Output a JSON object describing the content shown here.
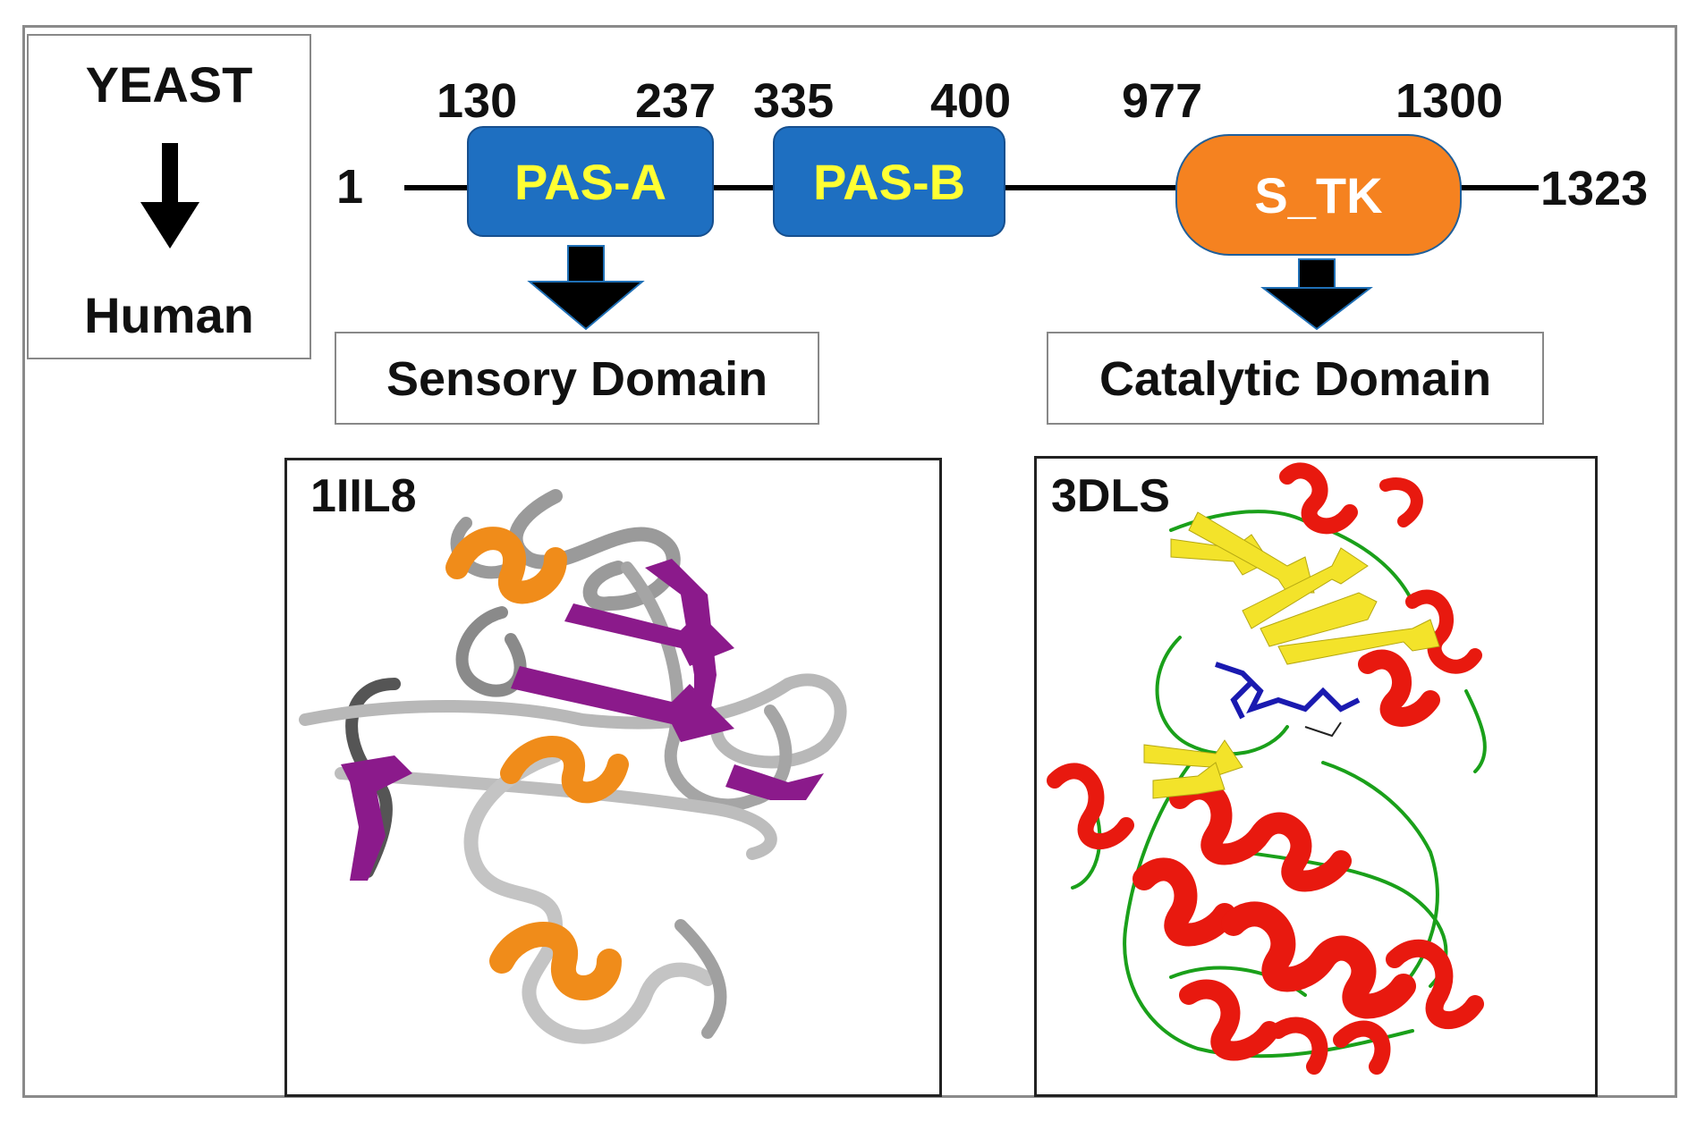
{
  "organism": {
    "from": "YEAST",
    "to": "Human"
  },
  "protein": {
    "start": "1",
    "end": "1323",
    "domains": [
      {
        "label": "PAS-A",
        "start": "130",
        "end": "237",
        "color": "#1e6fc1",
        "text_color": "#ffff33"
      },
      {
        "label": "PAS-B",
        "start": "335",
        "end": "400",
        "color": "#1e6fc1",
        "text_color": "#ffff33"
      },
      {
        "label": "S_TK",
        "start": "977",
        "end": "1300",
        "color": "#f58220",
        "text_color": "#ffffff"
      }
    ]
  },
  "sensory": {
    "label": "Sensory Domain",
    "pdb": "1IIL8"
  },
  "catalytic": {
    "label": "Catalytic Domain",
    "pdb": "3DLS"
  },
  "colors": {
    "helix_sensory": "#f08c1a",
    "strand_sensory": "#8b1a8b",
    "coil_sensory": "#b8b8b8",
    "helix_catalytic": "#e8190f",
    "strand_catalytic": "#f3e32a",
    "coil_catalytic": "#1aa01a",
    "ligand": "#1a1ab0"
  }
}
